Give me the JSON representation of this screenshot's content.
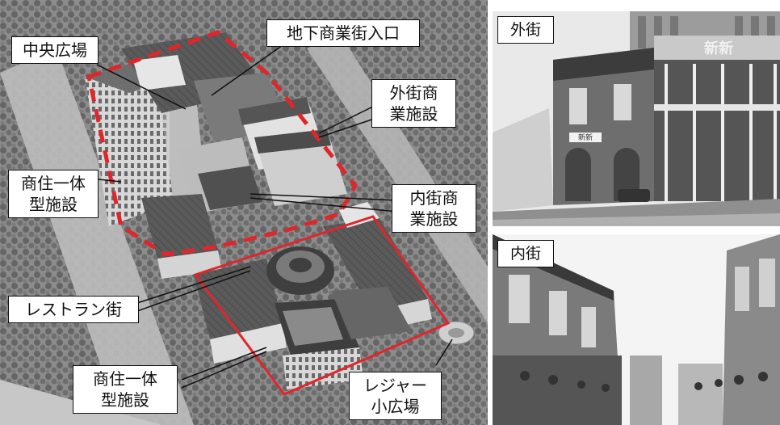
{
  "aerial_panel": {
    "labels": {
      "central_plaza": "中央広場",
      "underground_entrance": "地下商業街入口",
      "outer_street_facilities": [
        "外街商",
        "業施設"
      ],
      "mixed_use_upper": [
        "商住一体",
        "型施設"
      ],
      "inner_street_facilities": [
        "内街商",
        "業施設"
      ],
      "restaurant_street": "レストラン街",
      "mixed_use_lower": [
        "商住一体",
        "型施設"
      ],
      "leisure_plaza": [
        "レジャー",
        "小広場"
      ]
    },
    "outline_colors": {
      "dashed_boundary": "#e0262b",
      "solid_boundary": "#e0262b"
    }
  },
  "outer_street_panel": {
    "label": "外街",
    "signage": [
      "新新"
    ]
  },
  "inner_street_panel": {
    "label": "内街"
  }
}
